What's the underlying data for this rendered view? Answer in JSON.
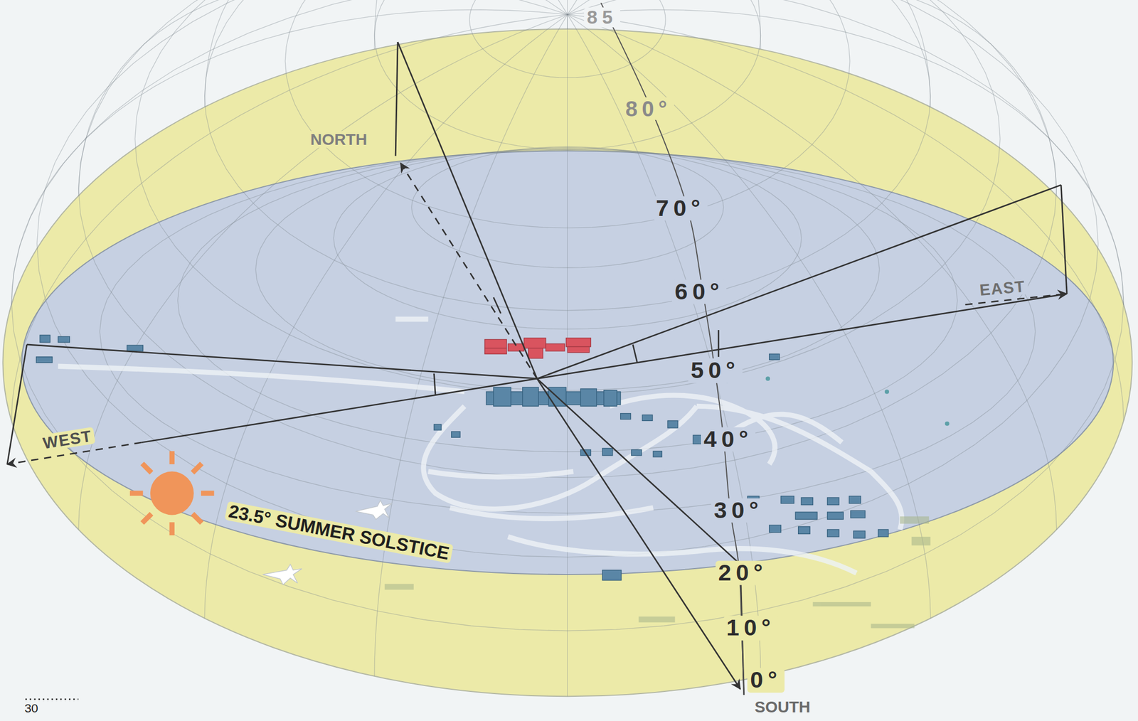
{
  "diagram": {
    "labels": [
      "85",
      "80°",
      "70°",
      "60°",
      "50°",
      "40°",
      "30°",
      "20°",
      "10°",
      "0°",
      "NORTH",
      "EAST",
      "WEST",
      "SOUTH",
      "23.5° SUMMER SOLSTICE",
      "30"
    ]
  }
}
